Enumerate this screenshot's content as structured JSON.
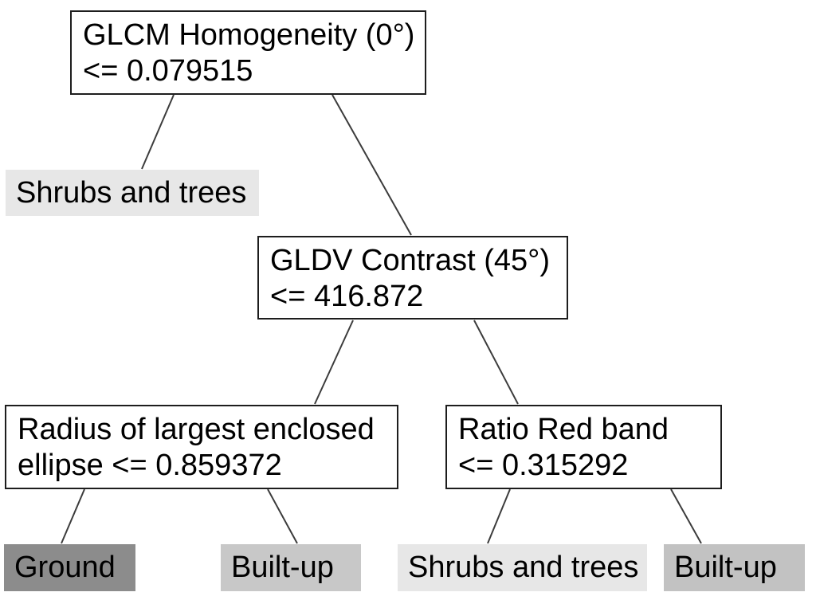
{
  "diagram_type": "decision_tree",
  "colors": {
    "background": "#ffffff",
    "node_background": "#ffffff",
    "node_border": "#1d1d1d",
    "edge_line": "#3c3c3c",
    "text": "#000000",
    "class_shrubs_and_trees": "#e7e7e7",
    "class_built_up": "#c8c8c8",
    "class_built_up_right": "#c2c2c2",
    "class_ground": "#8c8c8c"
  },
  "tree": {
    "nodes": [
      {
        "id": "root",
        "kind": "decision",
        "feature": "GLCM Homogeneity (0°)",
        "operator": "<=",
        "threshold": "0.079515",
        "label": "GLCM Homogeneity (0°)\n<= 0.079515",
        "left_child": "shrubs1",
        "right_child": "gldv"
      },
      {
        "id": "shrubs1",
        "kind": "leaf",
        "label": "Shrubs and trees",
        "class_color": "#e7e7e7"
      },
      {
        "id": "gldv",
        "kind": "decision",
        "feature": "GLDV Contrast (45°)",
        "operator": "<=",
        "threshold": "416.872",
        "label": "GLDV Contrast (45°)\n<= 416.872",
        "left_child": "radius",
        "right_child": "ratio"
      },
      {
        "id": "radius",
        "kind": "decision",
        "feature": "Radius of largest enclosed ellipse",
        "operator": "<=",
        "threshold": "0.859372",
        "label": "Radius of largest enclosed\nellipse <= 0.859372",
        "left_child": "ground",
        "right_child": "builtup1"
      },
      {
        "id": "ratio",
        "kind": "decision",
        "feature": "Ratio Red band",
        "operator": "<=",
        "threshold": "0.315292",
        "label": "Ratio Red band\n<= 0.315292",
        "left_child": "shrubs2",
        "right_child": "builtup2"
      },
      {
        "id": "ground",
        "kind": "leaf",
        "label": "Ground",
        "class_color": "#8c8c8c"
      },
      {
        "id": "builtup1",
        "kind": "leaf",
        "label": "Built-up",
        "class_color": "#c8c8c8"
      },
      {
        "id": "shrubs2",
        "kind": "leaf",
        "label": "Shrubs and trees",
        "class_color": "#e7e7e7"
      },
      {
        "id": "builtup2",
        "kind": "leaf",
        "label": "Built-up",
        "class_color": "#c2c2c2"
      }
    ]
  }
}
